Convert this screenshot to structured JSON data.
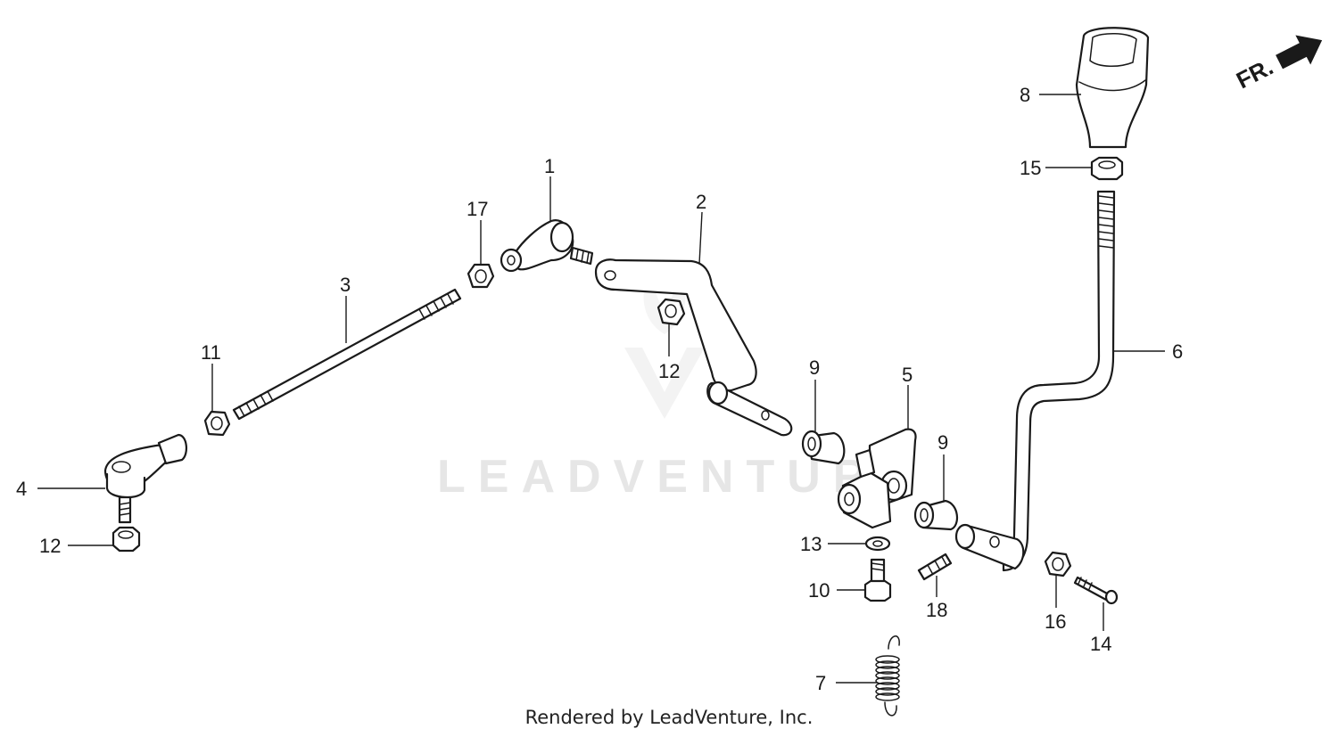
{
  "watermark": {
    "text": "LEADVENTURE"
  },
  "front_marker": {
    "label": "FR."
  },
  "footer": {
    "text": "Rendered by LeadVenture, Inc."
  },
  "callouts": {
    "c1": "1",
    "c2": "2",
    "c3": "3",
    "c4": "4",
    "c5": "5",
    "c6": "6",
    "c7": "7",
    "c8": "8",
    "c9a": "9",
    "c9b": "9",
    "c10": "10",
    "c11": "11",
    "c12a": "12",
    "c12b": "12",
    "c13": "13",
    "c14": "14",
    "c15": "15",
    "c16": "16",
    "c17": "17",
    "c18": "18"
  }
}
